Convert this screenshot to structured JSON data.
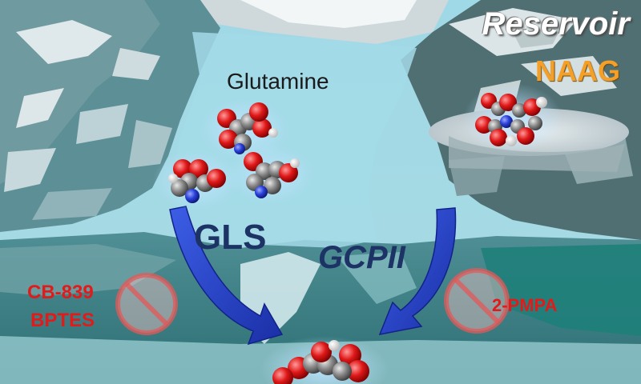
{
  "labels": {
    "reservoir": "Reservoir",
    "naag": "NAAG",
    "glutamine": "Glutamine",
    "gls": "GLS",
    "gcpii": "GCPII"
  },
  "inhibitors": {
    "gls": [
      "CB-839",
      "BPTES"
    ],
    "gcpii": [
      "2-PMPA"
    ]
  },
  "colors": {
    "water": "#8ecfdc",
    "arrow": "#2948c8",
    "enzyme_text": "#1d3366",
    "inhibitor_red": "#e21a1a",
    "naag_orange": "#f4a028",
    "atom_oxygen": "#e01818",
    "atom_nitrogen": "#2a40d8",
    "atom_carbon": "#8a8a8a"
  },
  "icons": {
    "inhibitor": "prohibition-sign-icon",
    "molecule": "space-filling-molecule-icon"
  }
}
